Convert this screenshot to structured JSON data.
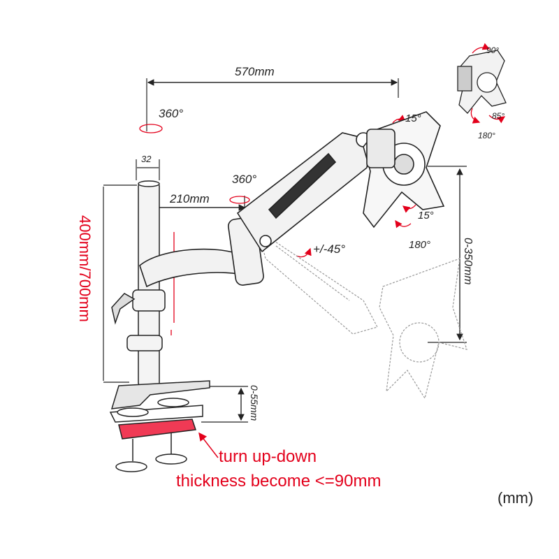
{
  "dimensions": {
    "arm_reach": "570mm",
    "pole_rotation": "360°",
    "pole_diameter": "32",
    "arm_offset": "210mm",
    "joint_rotation": "360°",
    "pole_height": "400mm/700mm",
    "clamp_range": "0-55mm",
    "vertical_range": "0-350mm",
    "tilt": "+/-45°",
    "swivel_top": "15°",
    "swivel_bottom": "15°",
    "plate_rotation": "180°"
  },
  "inset": {
    "rot_a": "90°",
    "rot_b": "85°",
    "rot_c": "180°"
  },
  "notes": {
    "line1": "turn up-down",
    "line2": "thickness become <=90mm"
  },
  "unit_label": "(mm)",
  "colors": {
    "line": "#222222",
    "accent_red": "#e3001b",
    "clamp_plate": "#f03a55",
    "ghost": "#9a9a9a"
  }
}
